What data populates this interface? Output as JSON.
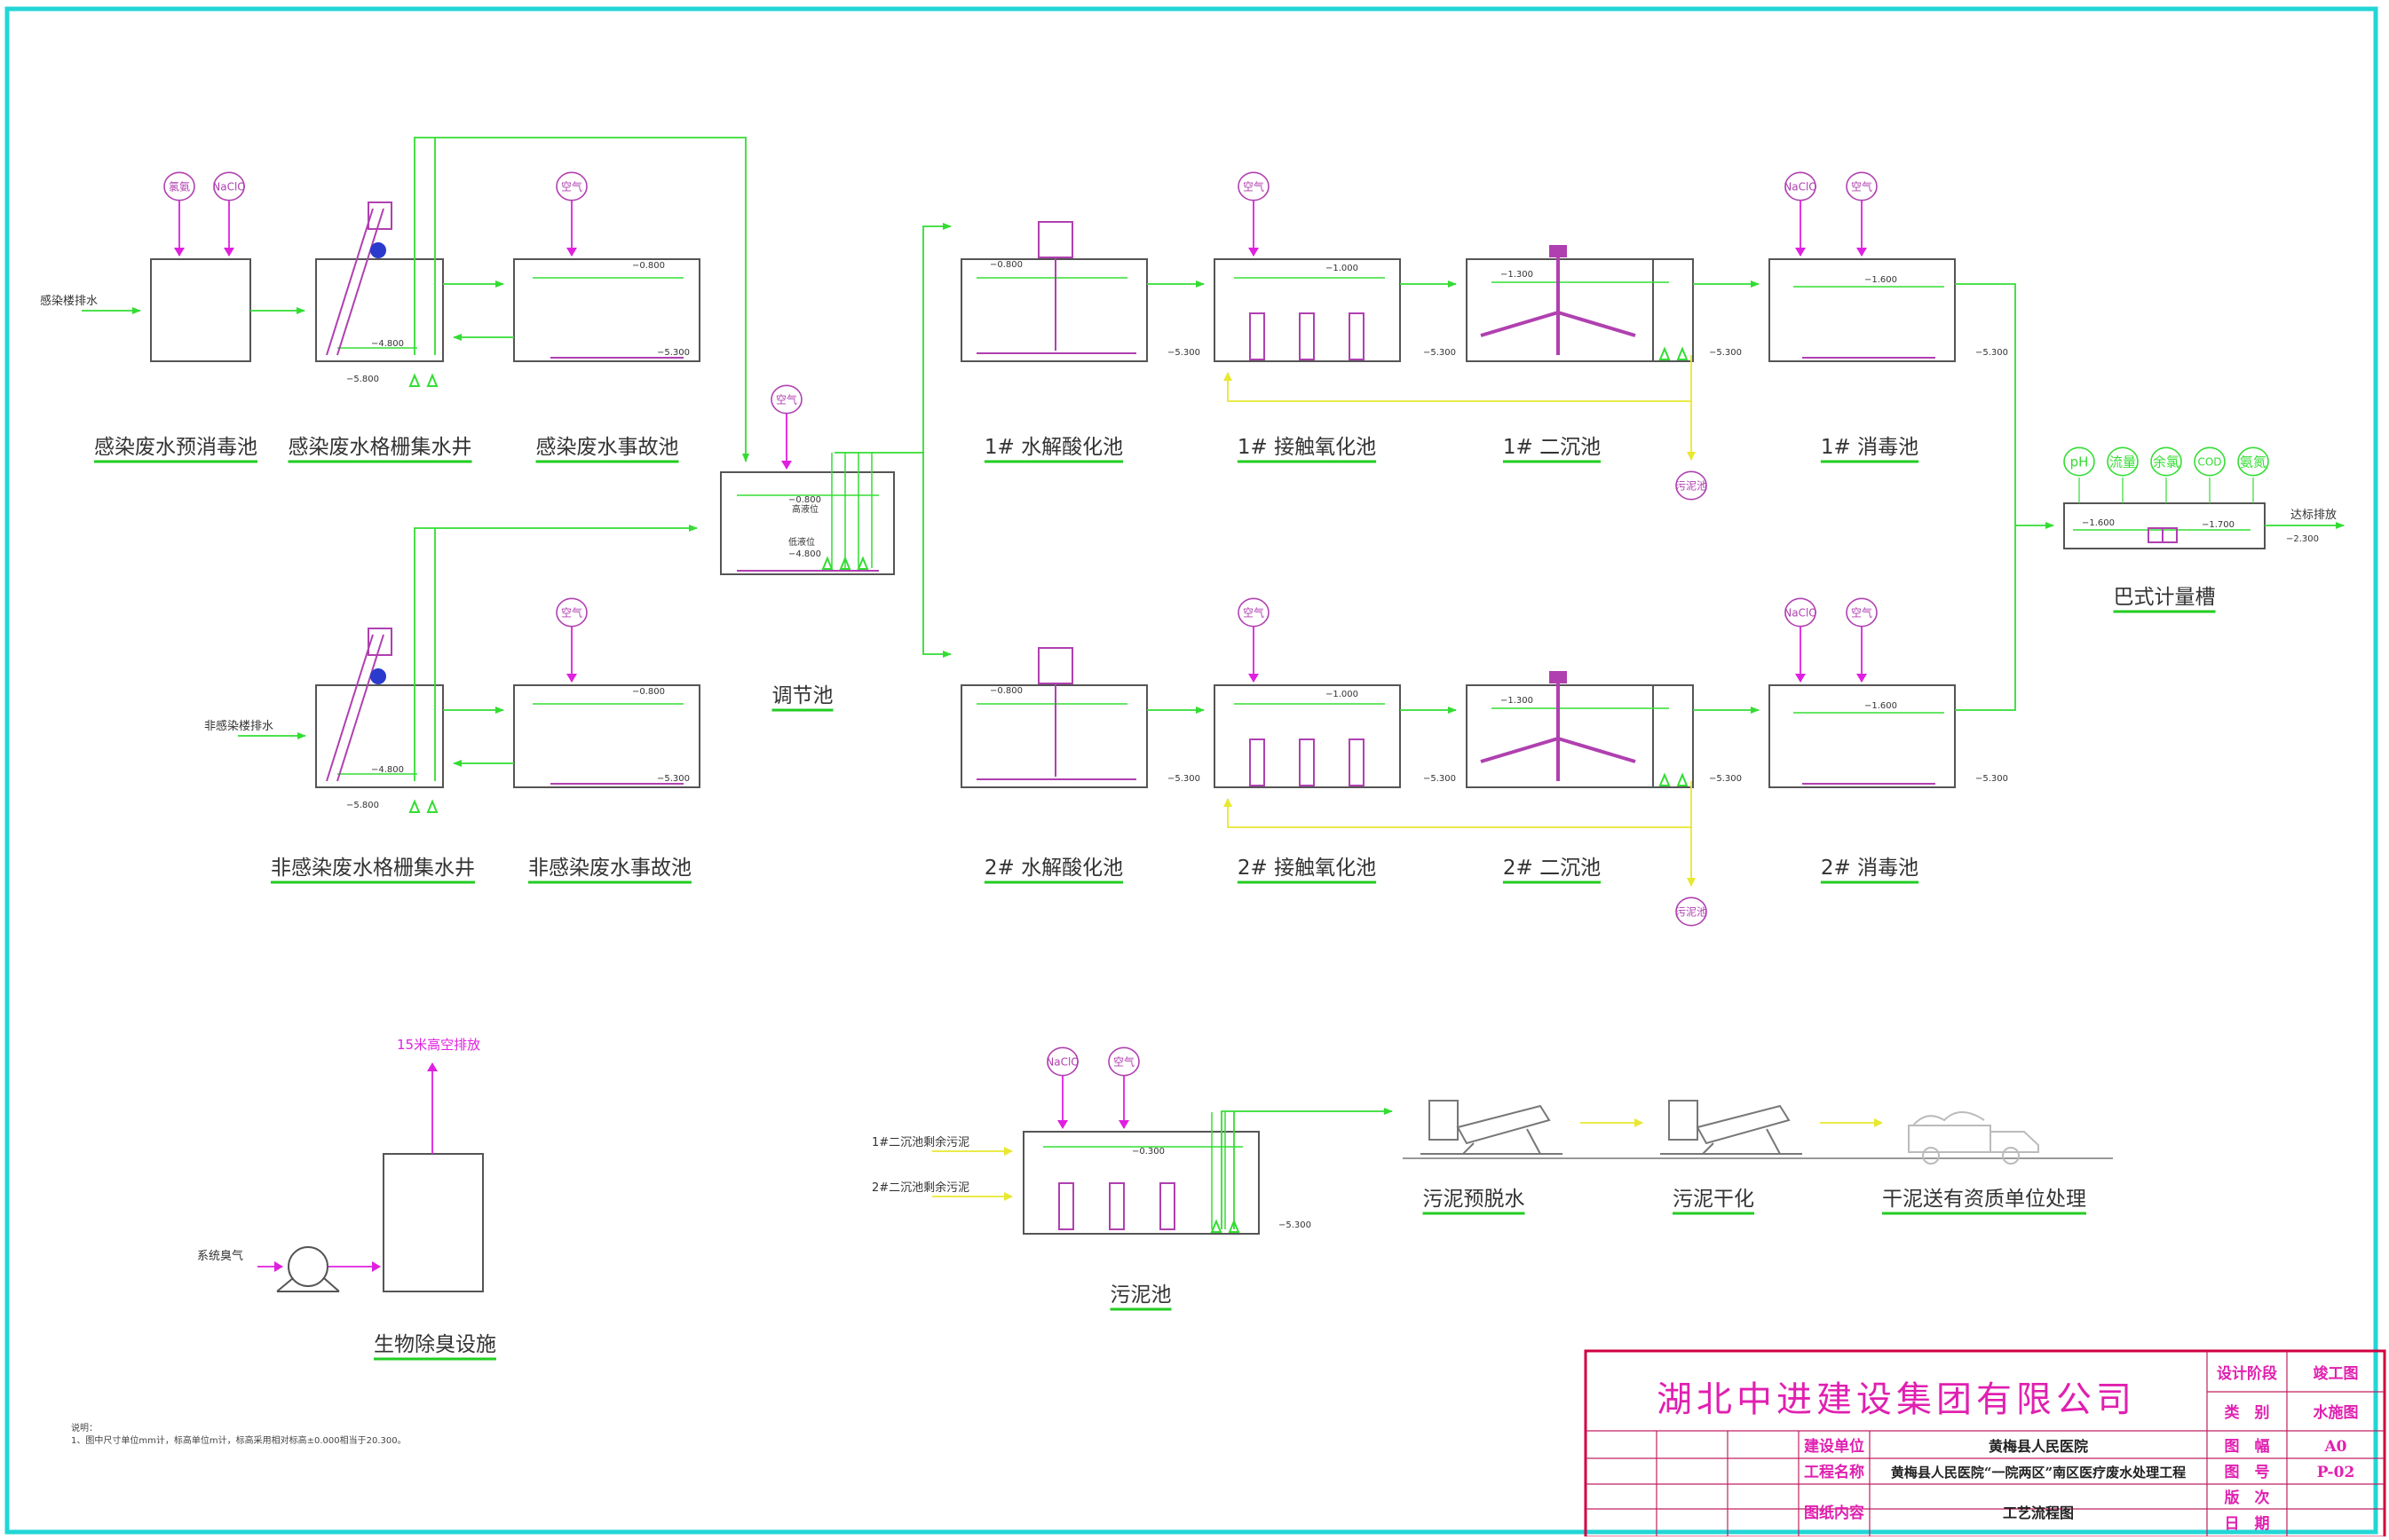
{
  "colors": {
    "frame": "#22d6d6",
    "flow": "#33dd33",
    "pool": "#555555",
    "magenta": "#e020e0",
    "yellow": "#e8e830",
    "purple": "#b040b0",
    "label_underline": "#22cc22",
    "title_red": "#d00040",
    "tb_text": "#e020b0"
  },
  "dosing": {
    "air": "空气",
    "chlorine": "氯氨",
    "naclo": "NaClO",
    "sludge": "污泥池"
  },
  "monitors": [
    "pH",
    "流量",
    "余氯",
    "COD",
    "氨氮"
  ],
  "inlets": {
    "infected": "感染楼排水",
    "non_infected": "非感染楼排水",
    "sludge1": "1#二沉池剩余污泥",
    "sludge2": "2#二沉池剩余污泥",
    "odor": "系统臭气",
    "discharge": "达标排放",
    "vent": "15米高空排放"
  },
  "levels": {
    "l0800": "−0.800",
    "l1000": "−1.000",
    "l1300": "−1.300",
    "l1600": "−1.600",
    "l1700": "−1.700",
    "l2300": "−2.300",
    "l4800": "−4.800",
    "l5300": "−5.300",
    "l5800": "−5.800",
    "l0300": "−0.300",
    "reg_high": "高液位",
    "reg_low": "低液位"
  },
  "units": {
    "pre_disinfect": "感染废水预消毒池",
    "grille_well": "感染废水格栅集水井",
    "accident": "感染废水事故池",
    "regulating": "调节池",
    "nonin_grille": "非感染废水格栅集水井",
    "nonin_accident": "非感染废水事故池",
    "hydrolysis1": "1# 水解酸化池",
    "contact1": "1# 接触氧化池",
    "secondary1": "1# 二沉池",
    "disinfect1": "1# 消毒池",
    "hydrolysis2": "2# 水解酸化池",
    "contact2": "2# 接触氧化池",
    "secondary2": "2# 二沉池",
    "disinfect2": "2# 消毒池",
    "parshall": "巴式计量槽",
    "sludge_tank": "污泥池",
    "sludge_pre": "污泥预脱水",
    "sludge_dry": "污泥干化",
    "sludge_out": "干泥送有资质单位处理",
    "deodor": "生物除臭设施"
  },
  "notes": {
    "heading": "说明：",
    "line1": "1、图中尺寸单位mm计，标高单位m计，标高采用相对标高±0.000相当于20.300。"
  },
  "title_block": {
    "company": "湖北中进建设集团有限公司",
    "stage_label": "设计阶段",
    "stage_value": "竣工图",
    "category_label": "类　别",
    "category_value": "水施图",
    "client_label": "建设单位",
    "client_value": "黄梅县人民医院",
    "project_label": "工程名称",
    "project_value": "黄梅县人民医院“一院两区”南区医疗废水处理工程",
    "content_label": "图纸内容",
    "content_value": "工艺流程图",
    "size_label": "图　幅",
    "size_value": "A0",
    "number_label": "图　号",
    "number_value": "P-02",
    "version_label": "版　次",
    "version_value": "",
    "date_label": "日　期",
    "date_value": ""
  }
}
